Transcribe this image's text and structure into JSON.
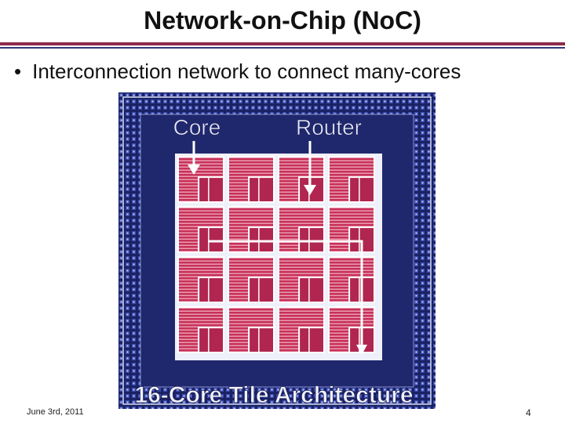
{
  "slide": {
    "title": "Network-on-Chip (NoC)",
    "bullet": "Interconnection network to connect many-cores",
    "bullet_marker": "•",
    "figure": {
      "label_core": "Core",
      "label_router": "Router",
      "caption": "16-Core Tile Architecture",
      "grid": {
        "rows": 4,
        "cols": 4
      },
      "colors": {
        "background": "#1b2263",
        "tile": "#c8305a",
        "tile_stripe": "#f0b7c4",
        "frame": "#ffffff",
        "pad": "#3a4bb0"
      }
    },
    "footer_date": "June 3rd, 2011",
    "page_number": "4"
  }
}
